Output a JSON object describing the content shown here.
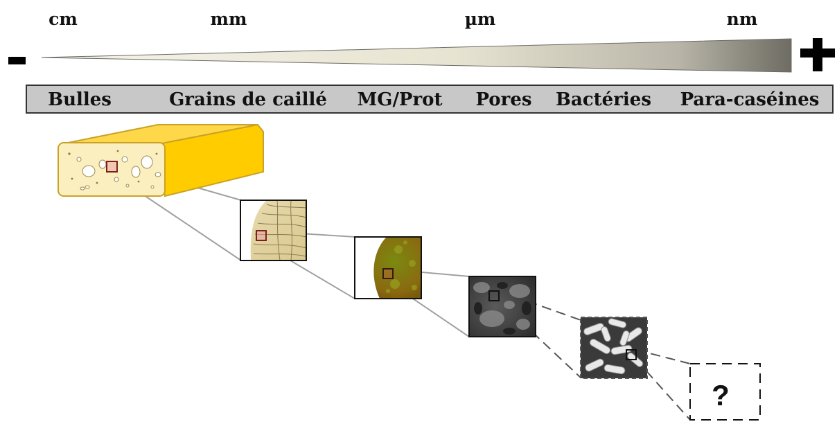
{
  "scale": {
    "units": [
      "cm",
      "mm",
      "µm",
      "nm"
    ],
    "minus_sign": "-",
    "plus_sign": "+"
  },
  "categories": [
    "Bulles",
    "Grains de caillé",
    "MG/Prot",
    "Pores",
    "Bactéries",
    "Para-caséines"
  ],
  "unknown_mark": "?",
  "colors": {
    "category_bar": "#c8c8c8",
    "cheese_face": "#fbefbf",
    "cheese_side": "#ffcc00",
    "cheese_outline": "#c9a227",
    "wedge_dark": "#4a4a40",
    "highlight_box": "#d98a8a"
  }
}
